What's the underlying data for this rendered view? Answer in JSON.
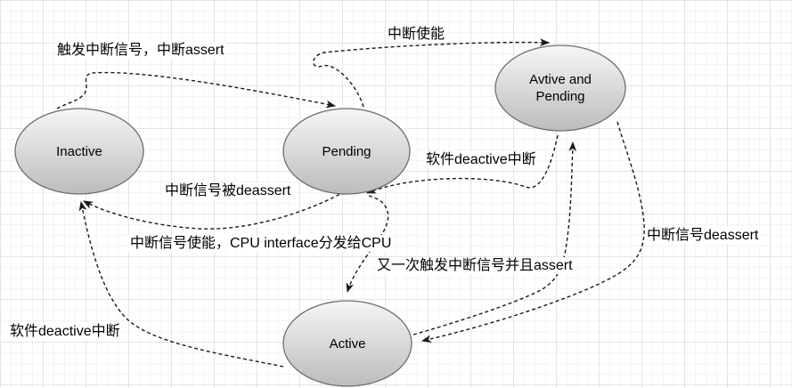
{
  "diagram": {
    "type": "interrupt-state-diagram",
    "nodes": [
      {
        "id": "inactive",
        "label": "Inactive"
      },
      {
        "id": "pending",
        "label": "Pending"
      },
      {
        "id": "active_and_pending",
        "label": "Avtive and Pending"
      },
      {
        "id": "active",
        "label": "Active"
      }
    ],
    "edges": [
      {
        "from": "inactive",
        "to": "pending",
        "label": "触发中断信号，中断assert"
      },
      {
        "from": "pending",
        "to": "active_and_pending",
        "label": "中断使能"
      },
      {
        "from": "active_and_pending",
        "to": "pending",
        "label": "软件deactive中断"
      },
      {
        "from": "pending",
        "to": "inactive",
        "label": "中断信号被deassert"
      },
      {
        "from": "pending",
        "to": "active",
        "label": "中断信号使能，CPU interface分发给CPU"
      },
      {
        "from": "active",
        "to": "active_and_pending",
        "label": "又一次触发中断信号并且assert"
      },
      {
        "from": "active_and_pending",
        "to": "active",
        "label": "中断信号deassert"
      },
      {
        "from": "active",
        "to": "inactive",
        "label": "软件deactive中断"
      }
    ],
    "colors": {
      "background": "#ffffff",
      "grid_minor": "#f4f4f6",
      "grid_major": "#e4e4e7",
      "node_fill_top": "#f6f6f6",
      "node_fill_bottom": "#bcbcbc",
      "node_stroke": "#6e6e6e",
      "edge_color": "#1a1a1a",
      "text_color": "#000000"
    }
  }
}
